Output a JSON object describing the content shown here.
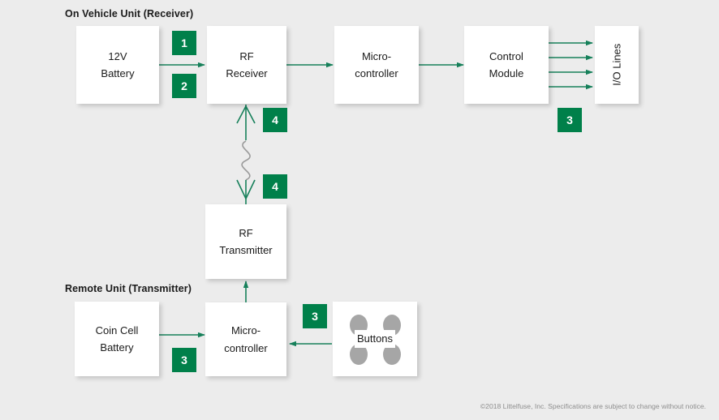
{
  "diagram": {
    "background_color": "#ececec",
    "accent_color": "#00804a",
    "node_fill": "#ffffff",
    "sections": [
      {
        "id": "receiver",
        "title": "On Vehicle Unit (Receiver)"
      },
      {
        "id": "transmitter",
        "title": "Remote Unit (Transmitter)"
      }
    ],
    "nodes": [
      {
        "id": "battery-12v",
        "line1": "12V",
        "line2": "Battery"
      },
      {
        "id": "rf-receiver",
        "line1": "RF",
        "line2": "Receiver"
      },
      {
        "id": "microcontroller-rx",
        "line1": "Micro-",
        "line2": "controller"
      },
      {
        "id": "control-module",
        "line1": "Control",
        "line2": "Module"
      },
      {
        "id": "io-lines",
        "line1": "I/O Lines",
        "line2": ""
      },
      {
        "id": "rf-transmitter",
        "line1": "RF",
        "line2": "Transmitter"
      },
      {
        "id": "coin-cell-battery",
        "line1": "Coin Cell",
        "line2": "Battery"
      },
      {
        "id": "microcontroller-tx",
        "line1": "Micro-",
        "line2": "controller"
      },
      {
        "id": "buttons",
        "line1": "Buttons",
        "line2": ""
      }
    ],
    "badges": [
      {
        "id": "badge-1-battery-to-rf",
        "value": "1"
      },
      {
        "id": "badge-2-battery-to-rf",
        "value": "2"
      },
      {
        "id": "badge-4-antenna-upper",
        "value": "4"
      },
      {
        "id": "badge-4-antenna-lower",
        "value": "4"
      },
      {
        "id": "badge-3-io-lines",
        "value": "3"
      },
      {
        "id": "badge-3-buttons-to-mcu",
        "value": "3"
      },
      {
        "id": "badge-3-coincell-to-mcu",
        "value": "3"
      }
    ],
    "button_dot_count": 4,
    "io_line_arrow_count": 4
  },
  "footer": {
    "copyright": "©2018 Littelfuse, Inc. Specifications are subject to change without notice."
  }
}
